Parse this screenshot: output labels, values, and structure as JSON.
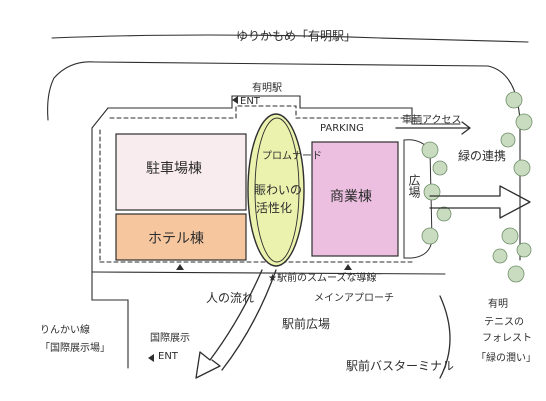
{
  "labels": {
    "station_top": "ゆりかもめ「有明駅」",
    "station_entrance": "有明駅",
    "ent_top": "ENT",
    "parking_lot": "駐車場棟",
    "hotel": "ホテル棟",
    "promenade": "プロムナード",
    "bustle_a": "賑わいの",
    "bustle_b": "活性化",
    "commercial": "商業棟",
    "plaza_vertical": "広場",
    "parking_en": "PARKING",
    "vehicle_access": "車輌アクセス",
    "green_link": "緑の連携",
    "smooth_a": "★駅前のスムーズな導線",
    "smooth_b": "メインアプローチ",
    "people_flow": "人の流れ",
    "station_plaza": "駅前広場",
    "rinkai_line_a": "りんかい線",
    "rinkai_line_b": "「国際展示場」",
    "kokusai_a": "国際展示",
    "kokusai_ent": "ENT",
    "bus_terminal": "駅前バスターミナル",
    "ariake": "有明",
    "tennis_a": "テニスの",
    "tennis_b": "フォレスト",
    "forest": "「緑の潤い」"
  },
  "colors": {
    "ink": "#2e2e2e",
    "parking_fill": "#f8ecee",
    "hotel_fill": "#f6c79f",
    "commercial_fill": "#ecbfe0",
    "promenade_fill": "#eaf2ad",
    "tree_fill": "#c9dcc0"
  }
}
